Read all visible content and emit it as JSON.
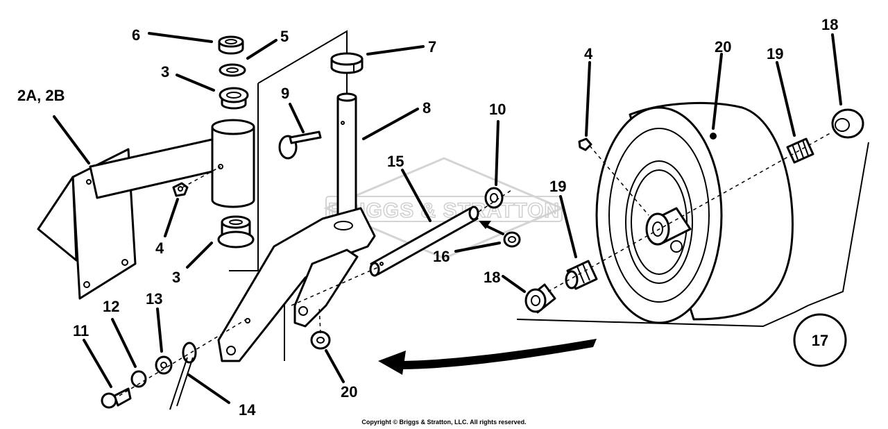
{
  "watermark": {
    "text": "BRIGGS & STRATTON"
  },
  "callouts": {
    "c6": "6",
    "c5": "5",
    "c3_top": "3",
    "c7": "7",
    "c9": "9",
    "c8": "8",
    "c2": "2A, 2B",
    "c4_left": "4",
    "c3_bottom": "3",
    "c10": "10",
    "c15": "15",
    "c16": "16",
    "c4_wheel": "4",
    "c20_tire": "20",
    "c19_top": "19",
    "c18_top": "18",
    "c19_mid": "19",
    "c18_mid": "18",
    "c17": "17",
    "c11": "11",
    "c12": "12",
    "c13": "13",
    "c14": "14",
    "c20_nut": "20"
  },
  "footer": {
    "copyright": "Copyright © Briggs & Stratton, LLC. All rights reserved."
  }
}
